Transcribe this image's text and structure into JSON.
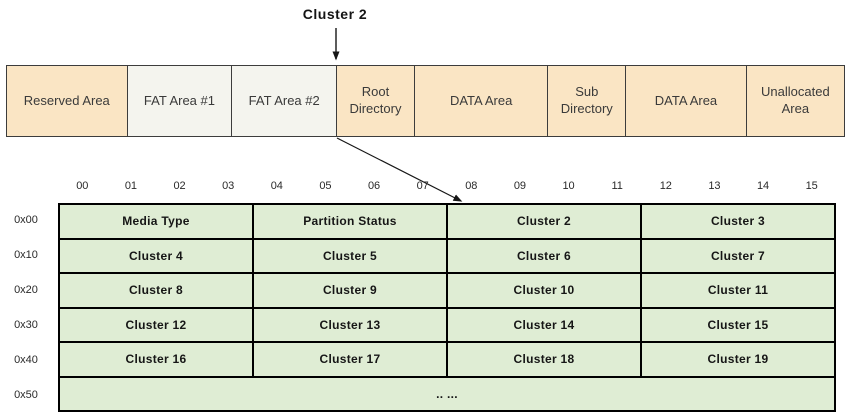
{
  "annotation": {
    "label": "Cluster 2"
  },
  "disk_bar": {
    "segments": [
      {
        "label": "Reserved Area",
        "fill": "peach"
      },
      {
        "label": "FAT Area #1",
        "fill": "cream"
      },
      {
        "label": "FAT Area #2",
        "fill": "cream"
      },
      {
        "label": "Root Directory",
        "fill": "peach"
      },
      {
        "label": "DATA Area",
        "fill": "peach"
      },
      {
        "label": "Sub Directory",
        "fill": "peach"
      },
      {
        "label": "DATA Area",
        "fill": "peach"
      },
      {
        "label": "Unallocated Area",
        "fill": "peach"
      }
    ]
  },
  "fat_table": {
    "column_headers": [
      "00",
      "01",
      "02",
      "03",
      "04",
      "05",
      "06",
      "07",
      "08",
      "09",
      "10",
      "11",
      "12",
      "13",
      "14",
      "15"
    ],
    "row_labels": [
      "0x00",
      "0x10",
      "0x20",
      "0x30",
      "0x40",
      "0x50"
    ],
    "rows": [
      [
        "Media Type",
        "Partition Status",
        "Cluster 2",
        "Cluster 3"
      ],
      [
        "Cluster 4",
        "Cluster 5",
        "Cluster 6",
        "Cluster 7"
      ],
      [
        "Cluster 8",
        "Cluster 9",
        "Cluster 10",
        "Cluster 11"
      ],
      [
        "Cluster 12",
        "Cluster 13",
        "Cluster 14",
        "Cluster 15"
      ],
      [
        "Cluster 16",
        "Cluster 17",
        "Cluster 18",
        "Cluster 19"
      ],
      [
        ".. ..."
      ]
    ]
  },
  "colors": {
    "area_peach": "#fae5c4",
    "area_cream": "#f4f4ee",
    "table_cell_green": "#dfedd4",
    "table_border": "#000000",
    "arrow": "#161616"
  }
}
